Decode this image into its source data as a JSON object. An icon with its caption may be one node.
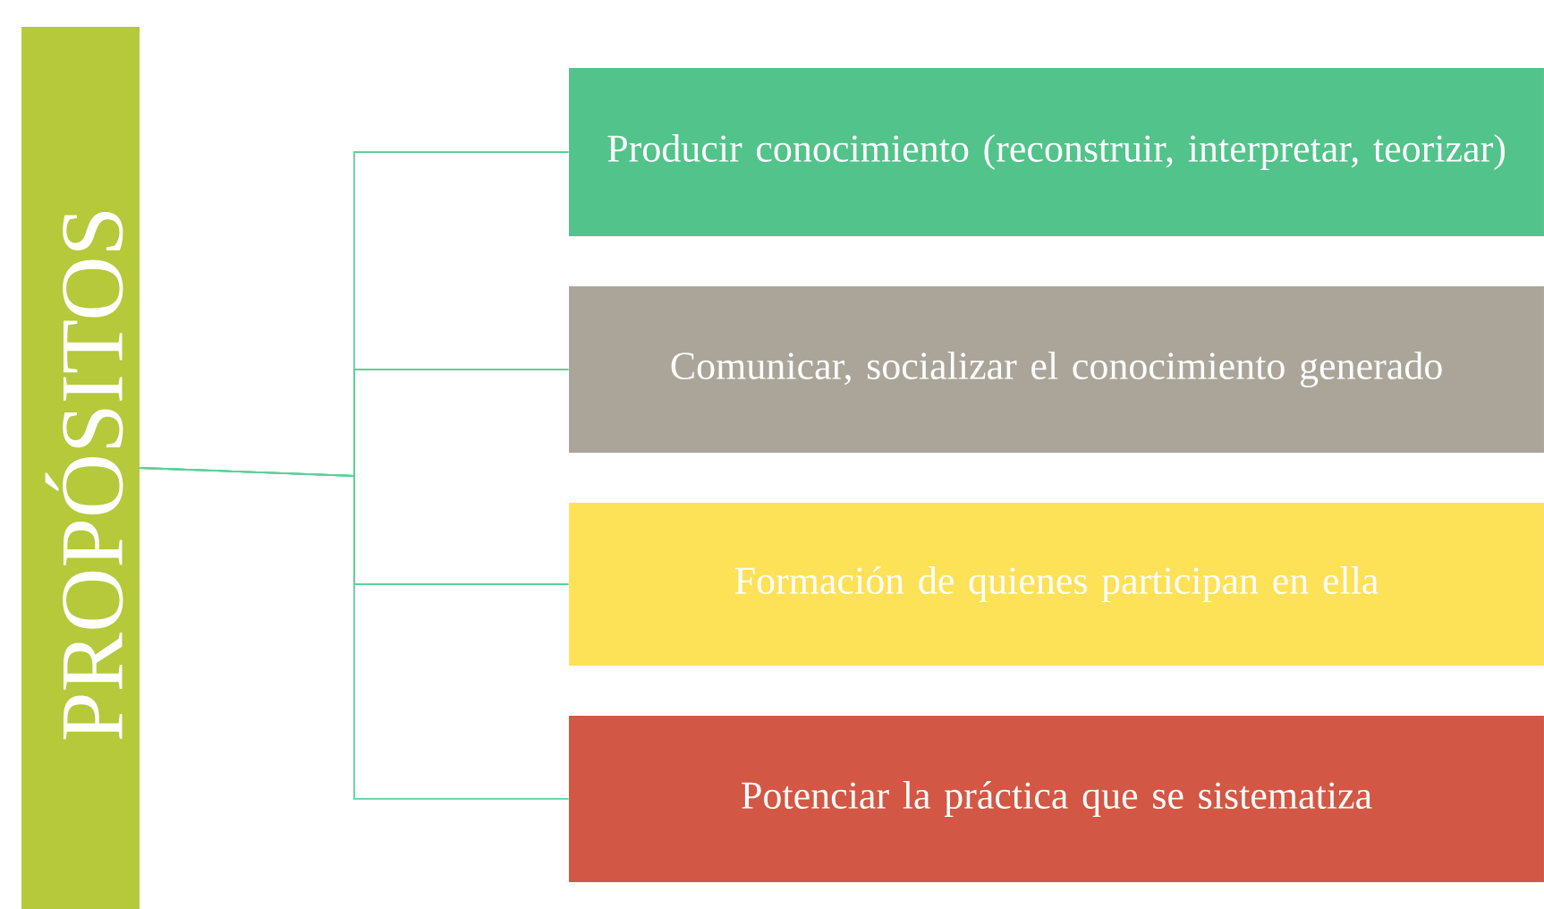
{
  "diagram": {
    "nodes": [
      {
        "text": [
          "PROPÓSITOS"
        ]
      },
      {
        "text": [
          "Producir conocimiento (reconstruir, interpretar, teorizar)"
        ]
      },
      {
        "text": [
          "Comunicar, socializar el conocimiento generado"
        ]
      },
      {
        "text": [
          "Formación de quienes participan en ella"
        ]
      },
      {
        "text": [
          "Potenciar la práctica que se sistematiza"
        ]
      }
    ],
    "edges": [
      {
        "from": 0,
        "to": 1,
        "arrow": "none"
      },
      {
        "from": 0,
        "to": 2,
        "arrow": "none"
      },
      {
        "from": 0,
        "to": 3,
        "arrow": "none"
      },
      {
        "from": 0,
        "to": 4,
        "arrow": "none"
      }
    ]
  }
}
